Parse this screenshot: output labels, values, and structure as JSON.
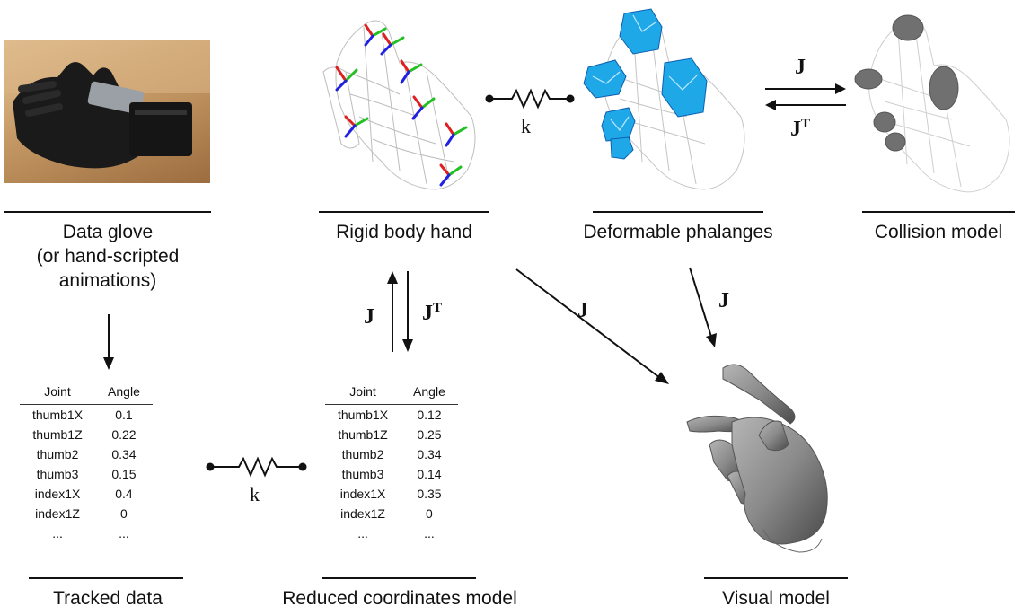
{
  "captions": {
    "data_glove": [
      "Data glove",
      "(or hand-scripted",
      "animations)"
    ],
    "rigid_body_hand": "Rigid body hand",
    "deformable_phalanges": "Deformable phalanges",
    "collision_model": "Collision model",
    "tracked_data": "Tracked data",
    "reduced_coordinates_model": "Reduced coordinates model",
    "visual_model": "Visual model"
  },
  "symbols": {
    "jacobian": "J",
    "jacobian_transpose": "J",
    "transpose_superscript": "T",
    "spring_constant": "k"
  },
  "tracked_table": {
    "headers": [
      "Joint",
      "Angle"
    ],
    "rows": [
      [
        "thumb1X",
        "0.1"
      ],
      [
        "thumb1Z",
        "0.22"
      ],
      [
        "thumb2",
        "0.34"
      ],
      [
        "thumb3",
        "0.15"
      ],
      [
        "index1X",
        "0.4"
      ],
      [
        "index1Z",
        "0"
      ],
      [
        "...",
        "..."
      ]
    ]
  },
  "reduced_table": {
    "headers": [
      "Joint",
      "Angle"
    ],
    "rows": [
      [
        "thumb1X",
        "0.12"
      ],
      [
        "thumb1Z",
        "0.25"
      ],
      [
        "thumb2",
        "0.34"
      ],
      [
        "thumb3",
        "0.14"
      ],
      [
        "index1X",
        "0.35"
      ],
      [
        "index1Z",
        "0"
      ],
      [
        "...",
        "..."
      ]
    ]
  },
  "colors": {
    "deformable_blue": "#1fa8e8",
    "collision_gray": "#707070",
    "visual_gray": "#8a8a8a",
    "axis_red": "#e02020",
    "axis_green": "#22c022",
    "axis_blue": "#2020e0"
  }
}
